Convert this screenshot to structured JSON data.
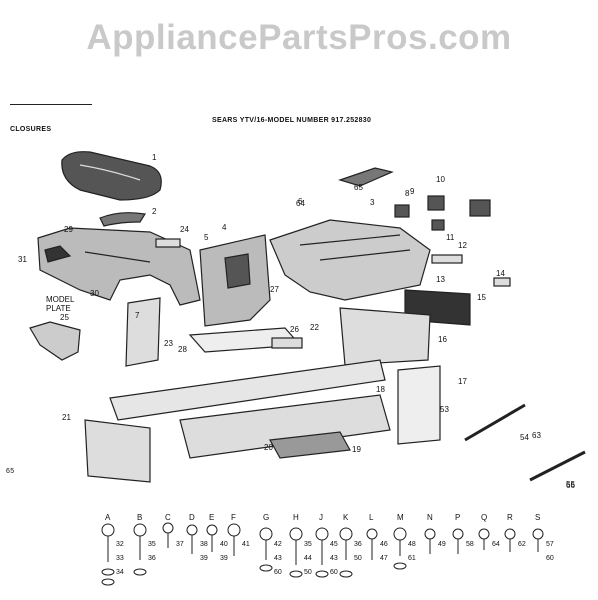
{
  "watermark": "AppliancePartsPros.com",
  "section_label": "CLOSURES",
  "title": "SEARS YTV/16-MODEL NUMBER 917.252830",
  "page_number": "65",
  "model_plate_label": "MODEL\nPLATE",
  "callouts": [
    "1",
    "2",
    "3",
    "4",
    "5",
    "6",
    "7",
    "8",
    "9",
    "10",
    "11",
    "12",
    "13",
    "14",
    "15",
    "16",
    "17",
    "18",
    "19",
    "20",
    "21",
    "22",
    "23",
    "24",
    "25",
    "26",
    "27",
    "28",
    "29",
    "30",
    "31",
    "53",
    "54",
    "55",
    "63",
    "64",
    "65",
    "66"
  ],
  "letters": [
    "A",
    "B",
    "C",
    "D",
    "E",
    "F",
    "G",
    "H",
    "J",
    "K",
    "L",
    "M",
    "N",
    "P",
    "R",
    "S"
  ],
  "hardware": [
    {
      "letter": "A",
      "nums": [
        "32",
        "33",
        "34"
      ]
    },
    {
      "letter": "B",
      "nums": [
        "35",
        "36"
      ]
    },
    {
      "letter": "C",
      "nums": [
        "37"
      ]
    },
    {
      "letter": "D",
      "nums": [
        "38",
        "39"
      ]
    },
    {
      "letter": "E",
      "nums": [
        "40",
        "39"
      ]
    },
    {
      "letter": "F",
      "nums": [
        "41"
      ]
    },
    {
      "letter": "G",
      "nums": [
        "42",
        "43",
        "60"
      ]
    },
    {
      "letter": "H",
      "nums": [
        "35",
        "44",
        "50"
      ]
    },
    {
      "letter": "J",
      "nums": [
        "45",
        "43",
        "60"
      ]
    },
    {
      "letter": "K",
      "nums": [
        "36",
        "50"
      ]
    },
    {
      "letter": "L",
      "nums": [
        "46",
        "47"
      ]
    },
    {
      "letter": "M",
      "nums": [
        "48",
        "61"
      ]
    },
    {
      "letter": "N",
      "nums": [
        "49"
      ]
    },
    {
      "letter": "P",
      "nums": [
        "58"
      ]
    },
    {
      "letter": "Q",
      "nums": [
        "64"
      ]
    },
    {
      "letter": "R",
      "nums": [
        "62"
      ]
    },
    {
      "letter": "S",
      "nums": [
        "57",
        "60"
      ]
    }
  ]
}
